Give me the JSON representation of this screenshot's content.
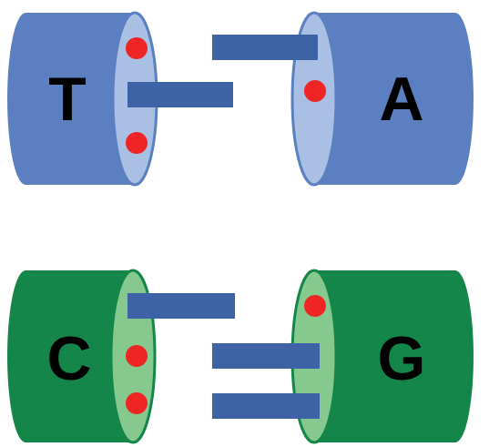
{
  "pairs": [
    {
      "left_base": "T",
      "right_base": "A",
      "body_color": "#5b7fc0",
      "face_color": "#a9c0e4",
      "stick_color": "#3d62a6",
      "dot_color": "#ef2424"
    },
    {
      "left_base": "C",
      "right_base": "G",
      "body_color": "#15864a",
      "face_color": "#86c98f",
      "stick_color": "#3d62a6",
      "dot_color": "#ef2424"
    }
  ]
}
